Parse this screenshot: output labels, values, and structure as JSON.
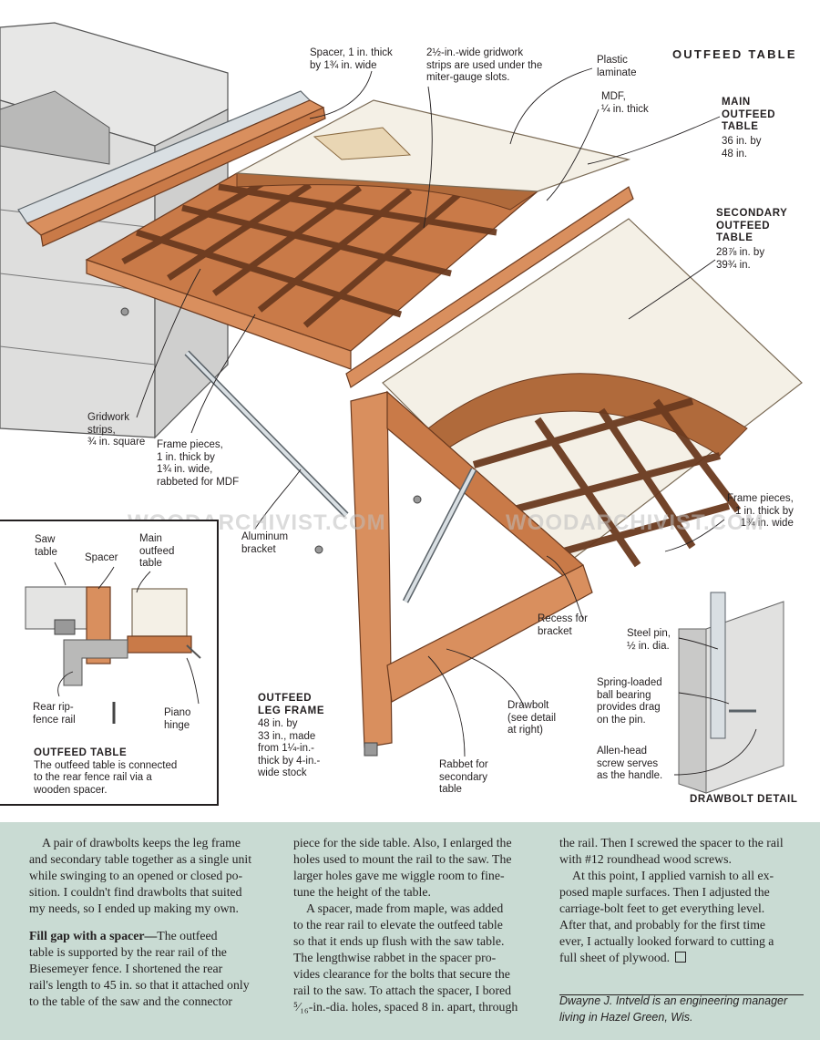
{
  "figure": {
    "section_title": "OUTFEED TABLE",
    "detail_title": "DRAWBOLT DETAIL",
    "watermark": "WOODARCHIVIST.COM",
    "labels": {
      "spacer": [
        "Spacer, 1 in. thick",
        "by 1¾ in. wide"
      ],
      "gridwork_strips_top": [
        "2½-in.-wide gridwork",
        "strips are used under the",
        "miter-gauge slots."
      ],
      "plastic_laminate": [
        "Plastic",
        "laminate"
      ],
      "mdf": [
        "MDF,",
        "¼ in. thick"
      ],
      "main_outfeed_table": [
        "MAIN",
        "OUTFEED",
        "TABLE"
      ],
      "main_outfeed_dims": [
        "36 in. by",
        "48 in."
      ],
      "secondary_outfeed_table": [
        "SECONDARY",
        "OUTFEED",
        "TABLE"
      ],
      "secondary_outfeed_dims": [
        "28⅞ in. by",
        "39¾ in."
      ],
      "gridwork_strips_left": [
        "Gridwork",
        "strips,",
        "¾ in. square"
      ],
      "frame_pieces_left": [
        "Frame pieces,",
        "1 in. thick by",
        "1¾ in. wide,",
        "rabbeted for MDF"
      ],
      "aluminum_bracket": [
        "Aluminum",
        "bracket"
      ],
      "frame_pieces_right": [
        "Frame pieces,",
        "1 in. thick by",
        "1¾ in. wide"
      ],
      "recess_for_bracket": [
        "Recess for",
        "bracket"
      ],
      "outfeed_leg_frame": [
        "OUTFEED",
        "LEG FRAME"
      ],
      "outfeed_leg_frame_dims": [
        "48 in. by",
        "33 in., made",
        "from 1¼-in.-",
        "thick by 4-in.-",
        "wide stock"
      ],
      "drawbolt": [
        "Drawbolt",
        "(see detail",
        "at right)"
      ],
      "rabbet_secondary": [
        "Rabbet for",
        "secondary",
        "table"
      ],
      "steel_pin": [
        "Steel pin,",
        "½ in. dia."
      ],
      "spring_loaded": [
        "Spring-loaded",
        "ball bearing",
        "provides drag",
        "on the pin."
      ],
      "allen_head": [
        "Allen-head",
        "screw serves",
        "as the handle."
      ]
    },
    "inset": {
      "saw_table": [
        "Saw",
        "table"
      ],
      "spacer": [
        "Spacer"
      ],
      "main_outfeed_table": [
        "Main",
        "outfeed",
        "table"
      ],
      "rear_rip_fence_rail": [
        "Rear rip-",
        "fence rail"
      ],
      "piano_hinge": [
        "Piano",
        "hinge"
      ],
      "caption_title": "OUTFEED TABLE",
      "caption_lines": [
        "The outfeed table is connected",
        "to the rear fence rail via a",
        "wooden spacer."
      ]
    }
  },
  "article": {
    "col1": [
      {
        "t": "A pair of drawbolts keeps the leg frame",
        "indent": true
      },
      {
        "t": "and secondary table together as a single unit"
      },
      {
        "t": "while swinging to an opened or closed po-"
      },
      {
        "t": "sition. I couldn't find drawbolts that suited"
      },
      {
        "t": "my needs, so I ended up making my own."
      },
      {
        "gap": true
      },
      {
        "lead": "Fill gap with a spacer—",
        "t": "The outfeed"
      },
      {
        "t": "table is supported by the rear rail of the"
      },
      {
        "t": "Biesemeyer fence. I shortened the rear"
      },
      {
        "t": "rail's length to 45 in. so that it attached only"
      },
      {
        "t": "to the table of the saw and the connector"
      }
    ],
    "col2": [
      {
        "t": "piece for the side table. Also, I enlarged the"
      },
      {
        "t": "holes used to mount the rail to the saw. The"
      },
      {
        "t": "larger holes gave me wiggle room to fine-"
      },
      {
        "t": "tune the height of the table."
      },
      {
        "t": "A spacer, made from maple, was added",
        "indent": true
      },
      {
        "t": "to the rear rail to elevate the outfeed table"
      },
      {
        "t": "so that it ends up flush with the saw table."
      },
      {
        "t": "The lengthwise rabbet in the spacer pro-"
      },
      {
        "t": "vides clearance for the bolts that secure the"
      },
      {
        "t": "rail to the saw. To attach the spacer, I bored"
      },
      {
        "t": "⁵⁄₁₆-in.-dia. holes, spaced 8 in. apart, through"
      }
    ],
    "col3": [
      {
        "t": "the rail. Then I screwed the spacer to the rail"
      },
      {
        "t": "with #12 roundhead wood screws."
      },
      {
        "t": "At this point, I applied varnish to all ex-",
        "indent": true
      },
      {
        "t": "posed maple surfaces. Then I adjusted the"
      },
      {
        "t": "carriage-bolt feet to get everything level."
      },
      {
        "t": "After that, and probably for the first time"
      },
      {
        "t": "ever, I actually looked forward to cutting a"
      },
      {
        "t": "full sheet of plywood.",
        "end": true
      }
    ],
    "byline": [
      "Dwayne J. Intveld is an engineering manager",
      "living in Hazel Green, Wis."
    ]
  }
}
